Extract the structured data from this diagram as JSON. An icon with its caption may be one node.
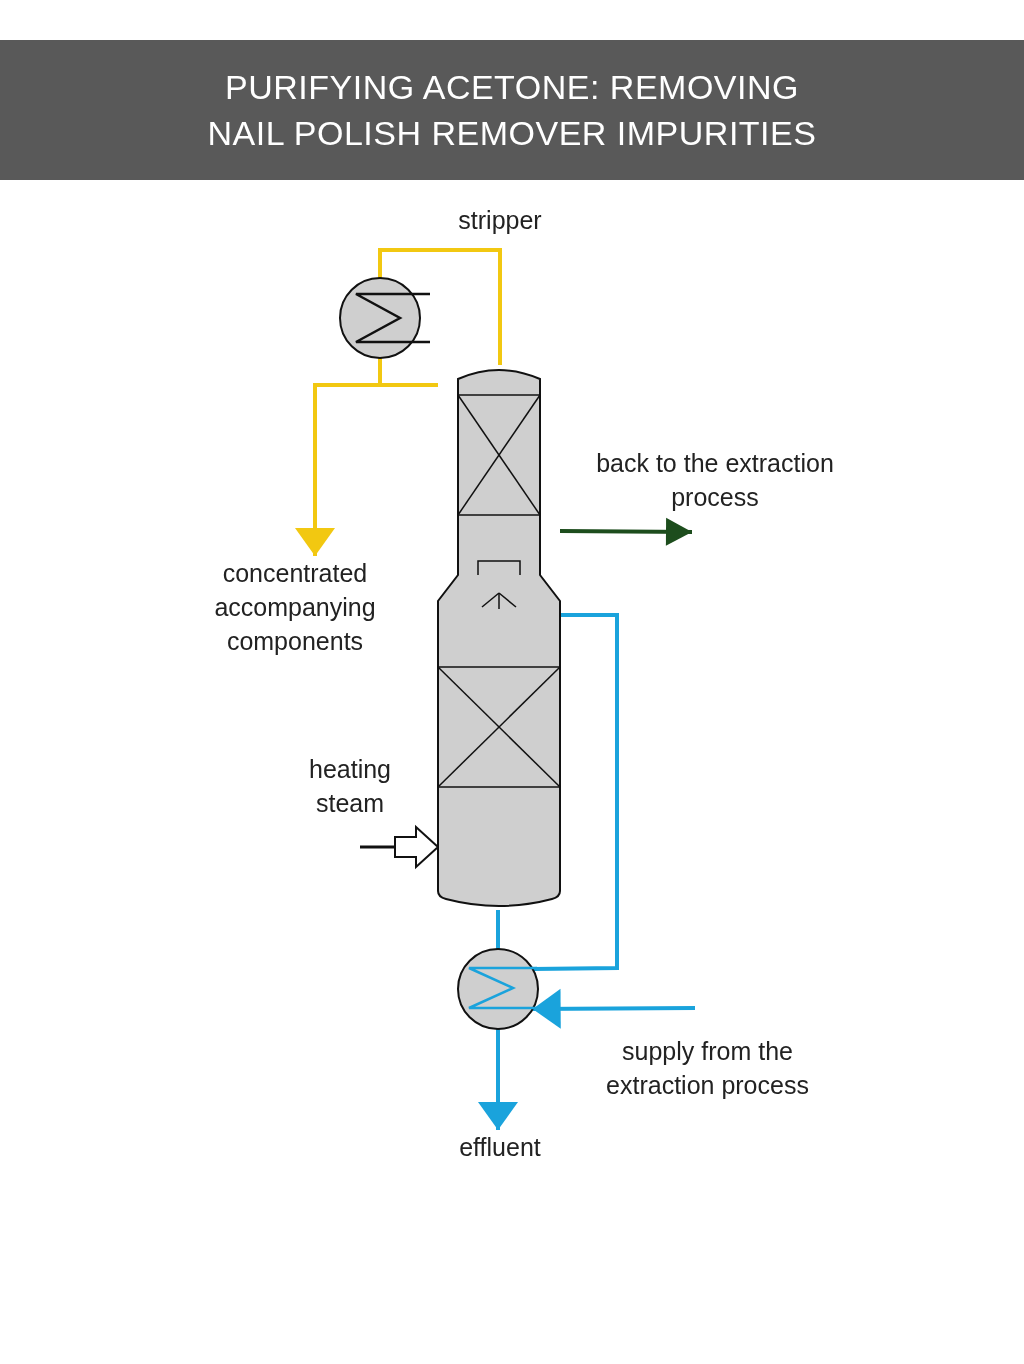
{
  "diagram": {
    "title": "PURIFYING ACETONE: REMOVING NAIL POLISH REMOVER IMPURITIES",
    "nodes": [
      {
        "text": [],
        "shape": "cylinder"
      },
      {
        "text": [],
        "shape": "circle"
      },
      {
        "text": [],
        "shape": "circle"
      },
      {
        "text": [
          "back to the extraction process"
        ]
      },
      {
        "text": [
          "concentrated accompanying components"
        ]
      },
      {
        "text": [
          "heating steam"
        ]
      },
      {
        "text": [
          "supply from the extraction process"
        ]
      },
      {
        "text": [
          "effluent"
        ]
      }
    ],
    "edges": [
      {
        "from": 0,
        "to": 1,
        "arrow": "none",
        "color": "#f2c811"
      },
      {
        "from": 1,
        "to": 0,
        "arrow": "none",
        "color": "#f2c811"
      },
      {
        "from": 1,
        "to": 4,
        "arrow": "to",
        "color": "#f2c811"
      },
      {
        "from": 0,
        "to": 3,
        "arrow": "to",
        "color": "#1d4d1d"
      },
      {
        "from": 5,
        "to": 0,
        "arrow": "to",
        "color": "#111111"
      },
      {
        "from": 0,
        "to": 2,
        "arrow": "none"
      },
      {
        "from": 2,
        "to": 0,
        "arrow": "none"
      },
      {
        "from": 6,
        "to": 2,
        "arrow": "to"
      },
      {
        "from": 2,
        "to": 7,
        "arrow": "to"
      }
    ],
    "labels": [
      "stripper"
    ]
  }
}
